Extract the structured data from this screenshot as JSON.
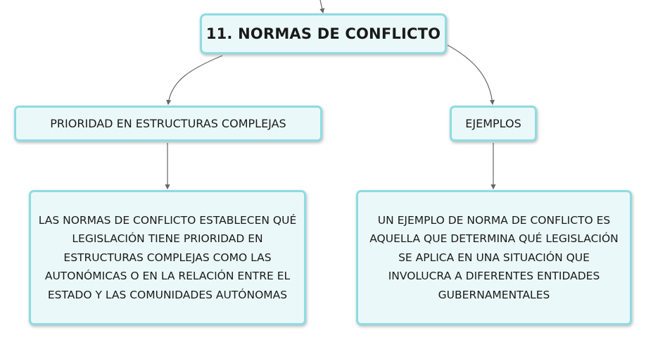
{
  "nodes": {
    "root": "11. NORMAS DE CONFLICTO",
    "left_topic": "PRIORIDAD EN ESTRUCTURAS COMPLEJAS",
    "right_topic": "EJEMPLOS",
    "left_leaf": "LAS NORMAS DE CONFLICTO ESTABLECEN QUÉ LEGISLACIÓN TIENE PRIORIDAD EN ESTRUCTURAS COMPLEJAS COMO LAS AUTONÓMICAS O EN LA RELACIÓN ENTRE EL ESTADO Y LAS COMUNIDADES AUTÓNOMAS",
    "right_leaf": "UN EJEMPLO DE NORMA DE CONFLICTO ES AQUELLA QUE DETERMINA QUÉ LEGISLACIÓN SE APLICA EN UNA SITUACIÓN QUE INVOLUCRA A DIFERENTES ENTIDADES GUBERNAMENTALES"
  },
  "colors": {
    "node_fill": "#ebf8f9",
    "node_border": "#8cdde2",
    "connector": "#666666"
  }
}
